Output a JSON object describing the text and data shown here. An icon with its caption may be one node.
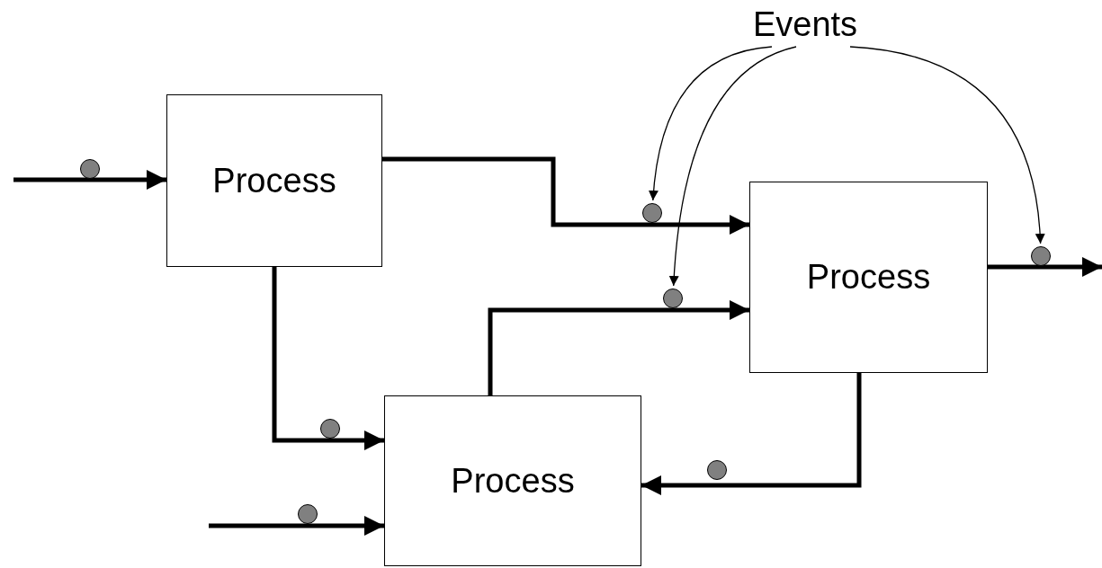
{
  "diagram": {
    "nodes": [
      {
        "text": [
          "Events"
        ]
      },
      {
        "text": [
          "Process"
        ]
      },
      {
        "text": [
          "Process"
        ]
      },
      {
        "text": [
          "Process"
        ]
      },
      {
        "text": [],
        "shape": "circle"
      },
      {
        "text": [],
        "shape": "circle"
      },
      {
        "text": [],
        "shape": "circle"
      },
      {
        "text": [],
        "shape": "circle"
      },
      {
        "text": [],
        "shape": "circle"
      },
      {
        "text": [],
        "shape": "circle"
      },
      {
        "text": [],
        "shape": "circle"
      }
    ],
    "edges": [
      {
        "from": null,
        "to": 1,
        "arrow": "to"
      },
      {
        "from": 1,
        "to": 2,
        "arrow": "to"
      },
      {
        "from": 1,
        "to": 3,
        "arrow": "to"
      },
      {
        "from": null,
        "to": 3,
        "arrow": "to"
      },
      {
        "from": 3,
        "to": 2,
        "arrow": "to"
      },
      {
        "from": 2,
        "to": 3,
        "arrow": "to"
      },
      {
        "from": 2,
        "to": null,
        "arrow": "to"
      },
      {
        "from": 0,
        "to": 7,
        "arrow": "to"
      },
      {
        "from": 0,
        "to": 8,
        "arrow": "to"
      },
      {
        "from": 0,
        "to": 10,
        "arrow": "to"
      }
    ]
  }
}
